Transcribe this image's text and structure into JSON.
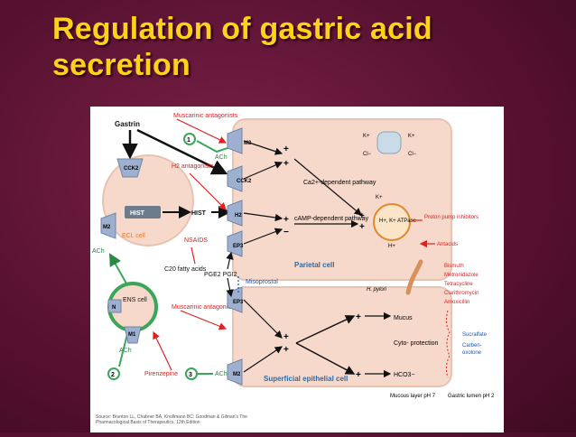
{
  "title": "Regulation of gastric acid secretion",
  "colors": {
    "title": "#ffd21a",
    "background": "#5a1232",
    "cell_pink": "#f6d9cb",
    "receptor": "#9db0cf",
    "ens_green": "#3aa65a",
    "red": "#e8322c",
    "blue": "#1e5aa8"
  },
  "diagram": {
    "gastrin": "Gastrin",
    "muscarinic_antagonists_1": "Muscarinic antagonists",
    "muscarinic_antagonists_2": "Muscarinic antagonists",
    "h2_antagonists": "H2 antagonists",
    "nsaids": "NSAIDS",
    "c20_fatty_acids": "C20 fatty acids",
    "pge_pgi": "PGE2 PGI2",
    "misoprostol": "Misoprostol",
    "pirenzepine": "Pirenzepine",
    "ach": "ACh",
    "receptors": {
      "m3": "M3",
      "cck2": "CCK2",
      "h2": "H2",
      "ep3": "EP3",
      "m1": "M1",
      "m2": "M2"
    },
    "hist": "HIST",
    "ecl_cell": "ECL cell",
    "ens_cell": "ENS cell",
    "n_receptor": "N",
    "parietal_cell": "Parietal cell",
    "superficial_cell": "Superficial epithelial cell",
    "ca_pathway": "Ca2+-dependent pathway",
    "camp_pathway": "cAMP-dependent pathway",
    "atpase": "H+, K+ ATPase",
    "k_plus": "K+",
    "cl_minus": "Cl−",
    "h_plus": "H+",
    "plus": "+",
    "minus": "−",
    "num1": "1",
    "num2": "2",
    "num3": "3",
    "proton_pump_inhibitors": "Proton pump inhibitors",
    "antacids": "Antacids",
    "h_pylori": "H. pylori",
    "bismuth_list": [
      "Bismuth",
      "Metronidazole",
      "Tetracycline",
      "Clarithromycin",
      "Amoxicillin"
    ],
    "mucus": "Mucus",
    "cytoprotection": "Cyto- protection",
    "hco3": "HCO3−",
    "sucralfate_list": [
      "Sucralfate",
      "Carben-",
      "oxolone"
    ],
    "mucous_layer": "Mucous layer pH 7",
    "gastric_lumen": "Gastric lumen pH 2"
  },
  "source": "Source: Brunton LL, Chabner BA, Knollmann BC: Goodman & Gilman's The Pharmacological Basis of Therapeutics, 12th Edition"
}
